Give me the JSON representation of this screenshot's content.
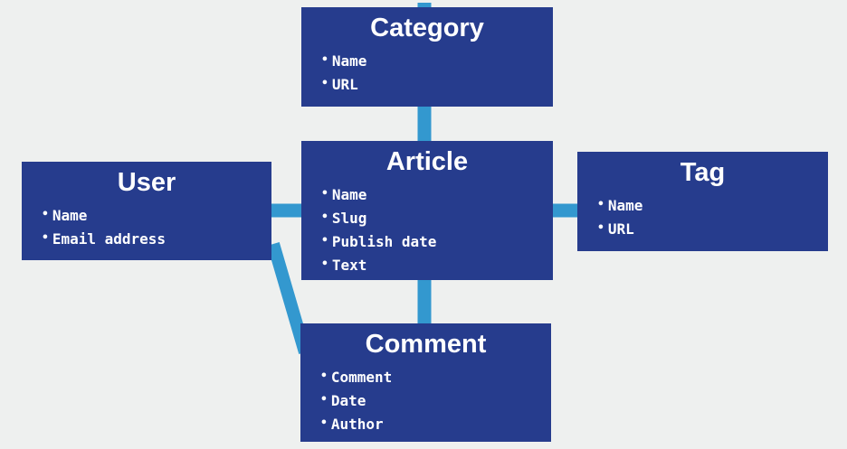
{
  "colors": {
    "background": "#eef0ef",
    "box": "#263c8d",
    "connector": "#3398cf",
    "text": "#ffffff"
  },
  "entities": {
    "category": {
      "title": "Category",
      "fields": [
        "Name",
        "URL"
      ]
    },
    "article": {
      "title": "Article",
      "fields": [
        "Name",
        "Slug",
        "Publish date",
        "Text"
      ]
    },
    "user": {
      "title": "User",
      "fields": [
        "Name",
        "Email address"
      ]
    },
    "tag": {
      "title": "Tag",
      "fields": [
        "Name",
        "URL"
      ]
    },
    "comment": {
      "title": "Comment",
      "fields": [
        "Comment",
        "Date",
        "Author"
      ]
    }
  },
  "connections": [
    {
      "from": "category",
      "to": "article"
    },
    {
      "from": "user",
      "to": "article"
    },
    {
      "from": "article",
      "to": "tag"
    },
    {
      "from": "article",
      "to": "comment"
    },
    {
      "from": "user",
      "to": "comment"
    }
  ]
}
